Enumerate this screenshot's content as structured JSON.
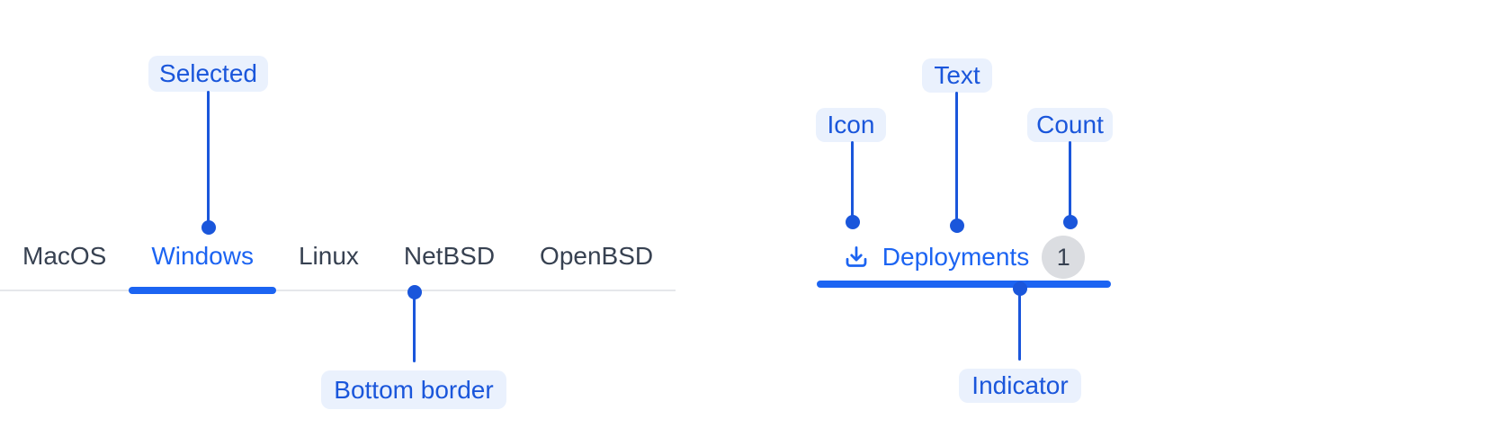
{
  "left_tabs": {
    "items": [
      {
        "label": "MacOS",
        "selected": false
      },
      {
        "label": "Windows",
        "selected": true
      },
      {
        "label": "Linux",
        "selected": false
      },
      {
        "label": "NetBSD",
        "selected": false
      },
      {
        "label": "OpenBSD",
        "selected": false
      }
    ]
  },
  "right_tab": {
    "icon": "download-icon",
    "label": "Deployments",
    "count": "1"
  },
  "annotations": {
    "selected": "Selected",
    "bottom_border": "Bottom border",
    "icon": "Icon",
    "text": "Text",
    "count": "Count",
    "indicator": "Indicator"
  },
  "colors": {
    "accent_blue": "#1C64F2",
    "annotation_blue": "#1A56DB",
    "annotation_pill_bg": "#EAF1FD",
    "tab_text": "#374151",
    "border_gray": "#E5E7EB",
    "badge_bg": "#DBDDE1",
    "badge_text": "#374151"
  }
}
